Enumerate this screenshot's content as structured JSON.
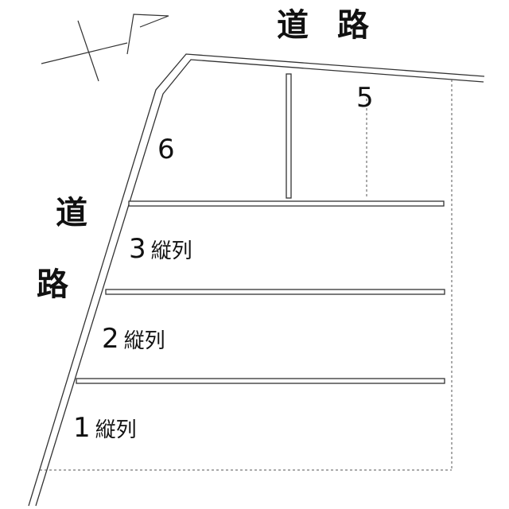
{
  "road_top": {
    "char1": "道",
    "char2": "路"
  },
  "road_left": {
    "char1": "道",
    "char2": "路"
  },
  "lots": [
    {
      "number": "6"
    },
    {
      "number": "5"
    },
    {
      "number": "3",
      "suffix": "縦列"
    },
    {
      "number": "2",
      "suffix": "縦列"
    },
    {
      "number": "1",
      "suffix": "縦列"
    }
  ]
}
